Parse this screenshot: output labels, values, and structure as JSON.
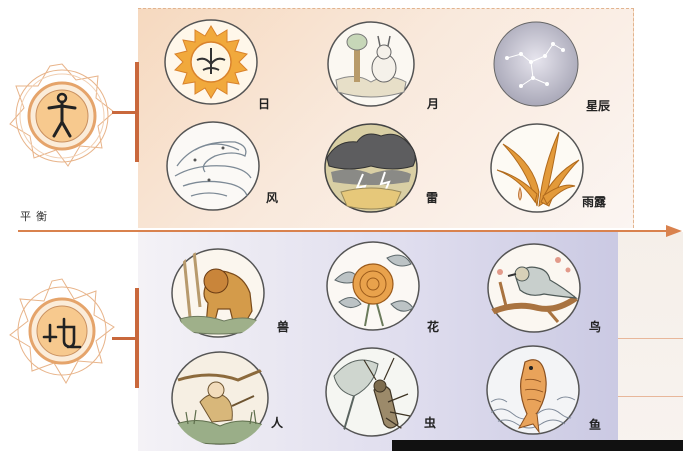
{
  "axis": {
    "label": "平衡"
  },
  "heaven_items": [
    {
      "name": "sun",
      "label": "日"
    },
    {
      "name": "moon",
      "label": "月"
    },
    {
      "name": "stars",
      "label": "星辰"
    },
    {
      "name": "wind",
      "label": "风"
    },
    {
      "name": "thunder",
      "label": "雷"
    },
    {
      "name": "rain-dew",
      "label": "雨露"
    }
  ],
  "earth_items": [
    {
      "name": "beast",
      "label": "兽"
    },
    {
      "name": "flower",
      "label": "花"
    },
    {
      "name": "bird",
      "label": "鸟"
    },
    {
      "name": "human",
      "label": "人"
    },
    {
      "name": "insect",
      "label": "虫"
    },
    {
      "name": "fish",
      "label": "鱼"
    }
  ],
  "emblems": {
    "heaven_icon": "human-figure-icon",
    "earth_icon": "earth-seal-character-icon",
    "earth_glyph": "地"
  },
  "colors": {
    "accent": "#d9824e",
    "bracket": "#c9683c",
    "heaven_panel": "#f6d9bf",
    "earth_panel": "#c9c8e2"
  }
}
